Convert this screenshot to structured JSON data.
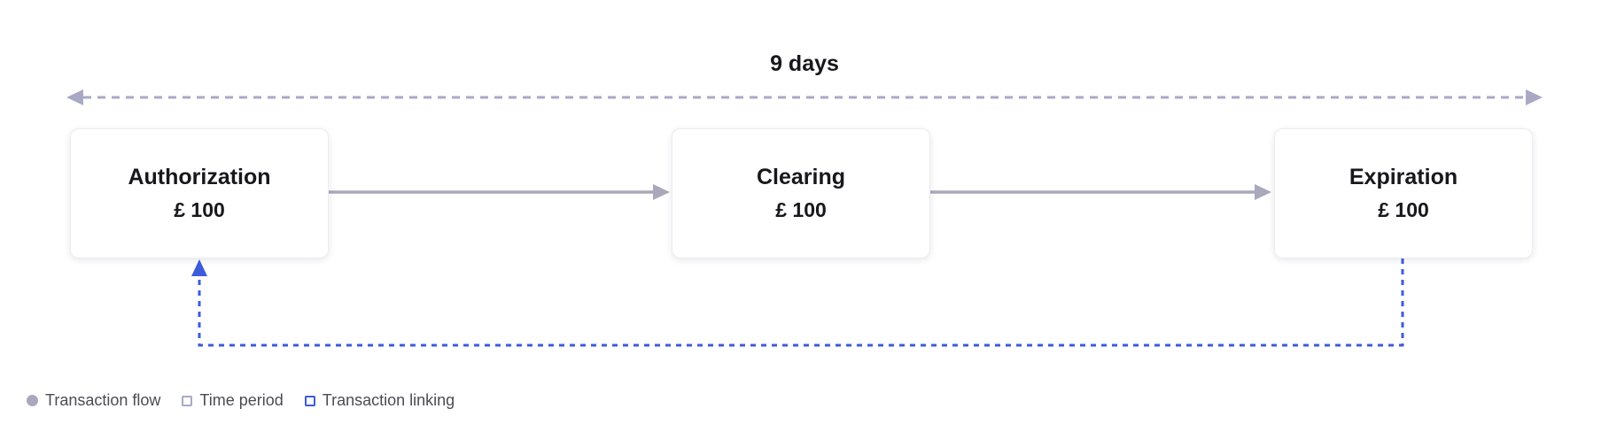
{
  "timeline": {
    "label": "9 days"
  },
  "nodes": [
    {
      "title": "Authorization",
      "amount": "£ 100"
    },
    {
      "title": "Clearing",
      "amount": "£ 100"
    },
    {
      "title": "Expiration",
      "amount": "£ 100"
    }
  ],
  "legend": [
    {
      "label": "Transaction flow"
    },
    {
      "label": "Time period"
    },
    {
      "label": "Transaction linking"
    }
  ],
  "colors": {
    "flow": "#a9a9bb",
    "time": "#a9a9c6",
    "linking": "#3d5cdb"
  }
}
